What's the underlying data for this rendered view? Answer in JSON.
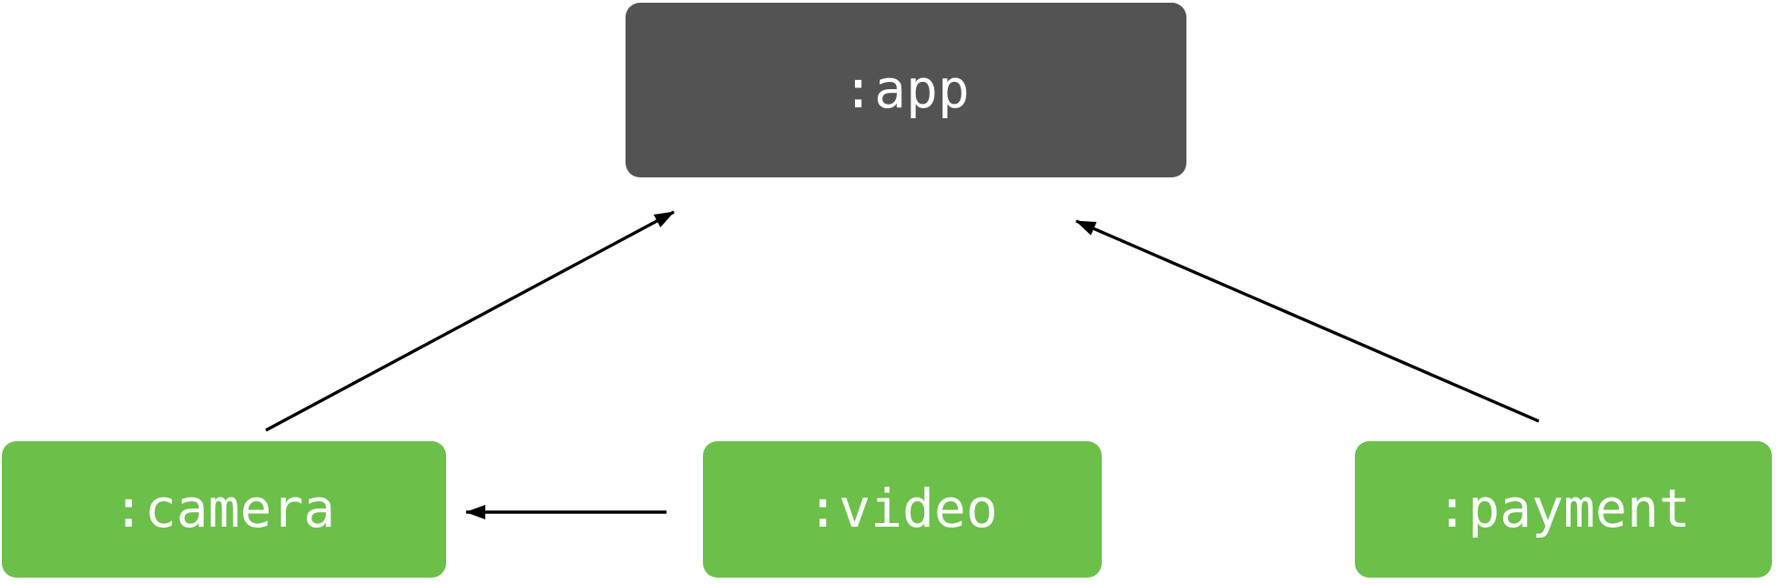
{
  "diagram": {
    "type": "module-dependency-graph",
    "background": "#ffffff",
    "edge_color": "#000000",
    "nodes": {
      "app": {
        "label": ":app",
        "fill": "#535353",
        "text_color": "#ffffff"
      },
      "camera": {
        "label": ":camera",
        "fill": "#6cc04a",
        "text_color": "#ffffff"
      },
      "video": {
        "label": ":video",
        "fill": "#6cc04a",
        "text_color": "#ffffff"
      },
      "payment": {
        "label": ":payment",
        "fill": "#6cc04a",
        "text_color": "#ffffff"
      }
    },
    "edges": [
      {
        "from": ":camera",
        "to": ":app"
      },
      {
        "from": ":payment",
        "to": ":app"
      },
      {
        "from": ":video",
        "to": ":camera"
      }
    ]
  }
}
